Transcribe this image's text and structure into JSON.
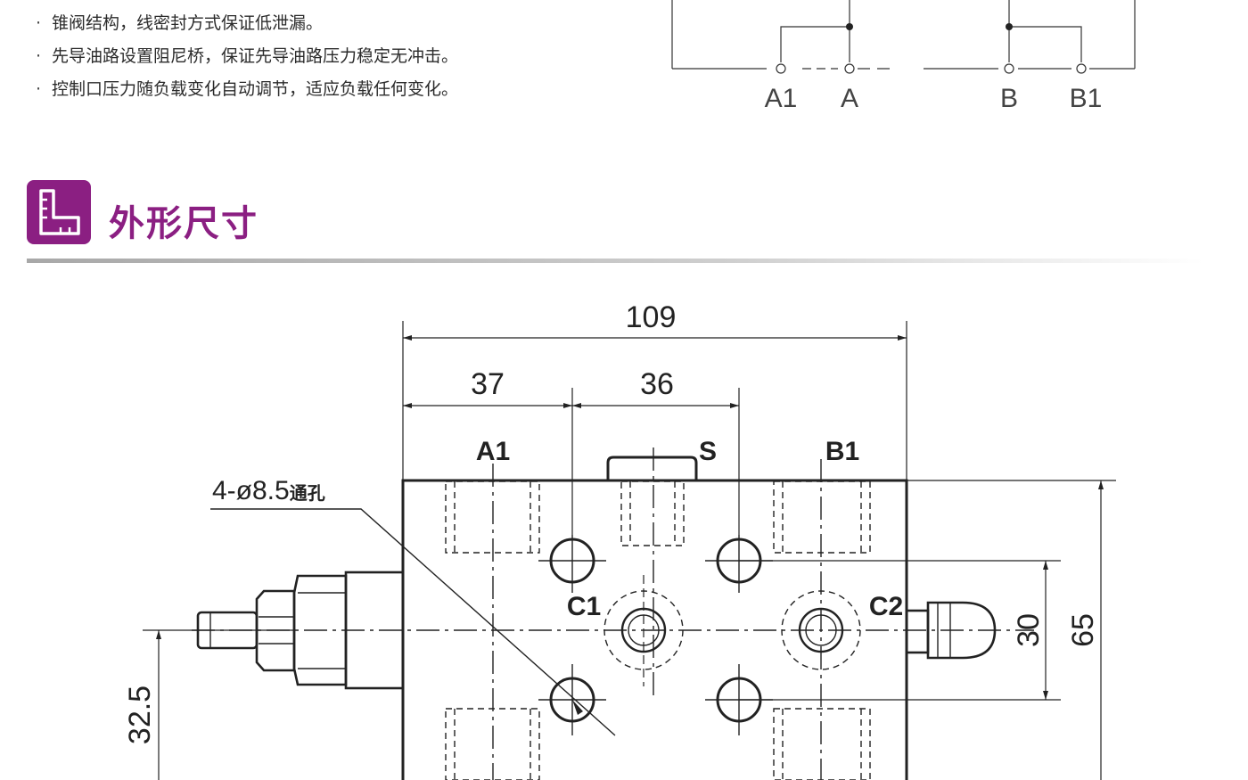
{
  "features": [
    "锥阀结构，线密封方式保证低泄漏。",
    "先导油路设置阻尼桥，保证先导油路压力稳定无冲击。",
    "控制口压力随负载变化自动调节，适应负载任何变化。"
  ],
  "bullet_mark": "·",
  "schematic": {
    "ports": [
      "A1",
      "A",
      "B",
      "B1"
    ]
  },
  "section": {
    "title": "外形尺寸",
    "accent_color": "#8b1f82",
    "icon": "ruler-square-icon"
  },
  "drawing": {
    "dims": {
      "total_width": "109",
      "left_offset": "37",
      "hole_spacing": "36",
      "height_total": "65",
      "height_inner": "30",
      "height_center": "32.5"
    },
    "ports": {
      "a1": "A1",
      "s": "S",
      "b1": "B1",
      "c1": "C1",
      "c2": "C2"
    },
    "hole_note": "4-ø8.5",
    "hole_note_suffix": "通孔"
  }
}
